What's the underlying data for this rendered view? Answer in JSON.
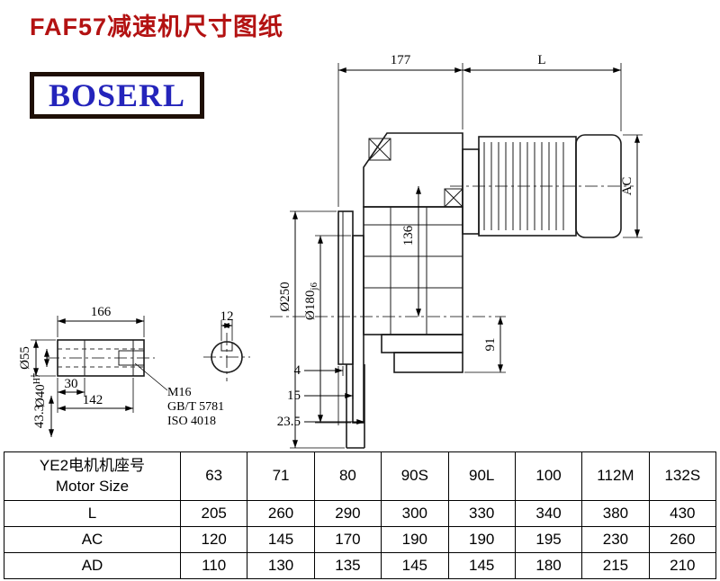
{
  "page": {
    "title": "FAF57减速机尺寸图纸",
    "logo_text": "BOSERL"
  },
  "drawing": {
    "dim_177": "177",
    "dim_L": "L",
    "dim_AC": "AC",
    "dim_136": "136",
    "dim_91": "91",
    "flange_od": "Ø250",
    "spigot_d": "Ø180",
    "spigot_tol": "j6",
    "dim_4": "4",
    "dim_15": "15",
    "dim_23_5": "23.5",
    "shaft_len": "166",
    "key_w": "12",
    "shaft_od": "Ø55",
    "bore_d": "Ø40",
    "bore_tol": "H7",
    "dim_30": "30",
    "dim_142": "142",
    "dim_43_3": "43.3",
    "thread": "M16",
    "std_gb": "GB/T 5781",
    "std_iso": "ISO 4018"
  },
  "table": {
    "header": {
      "line1": "YE2电机机座号",
      "line2": "Motor Size"
    },
    "columns": [
      "63",
      "71",
      "80",
      "90S",
      "90L",
      "100",
      "112M",
      "132S"
    ],
    "rows": [
      {
        "label": "L",
        "values": [
          "205",
          "260",
          "290",
          "300",
          "330",
          "340",
          "380",
          "430"
        ]
      },
      {
        "label": "AC",
        "values": [
          "120",
          "145",
          "170",
          "190",
          "190",
          "195",
          "230",
          "260"
        ]
      },
      {
        "label": "AD",
        "values": [
          "110",
          "130",
          "135",
          "145",
          "145",
          "180",
          "215",
          "210"
        ]
      }
    ]
  }
}
